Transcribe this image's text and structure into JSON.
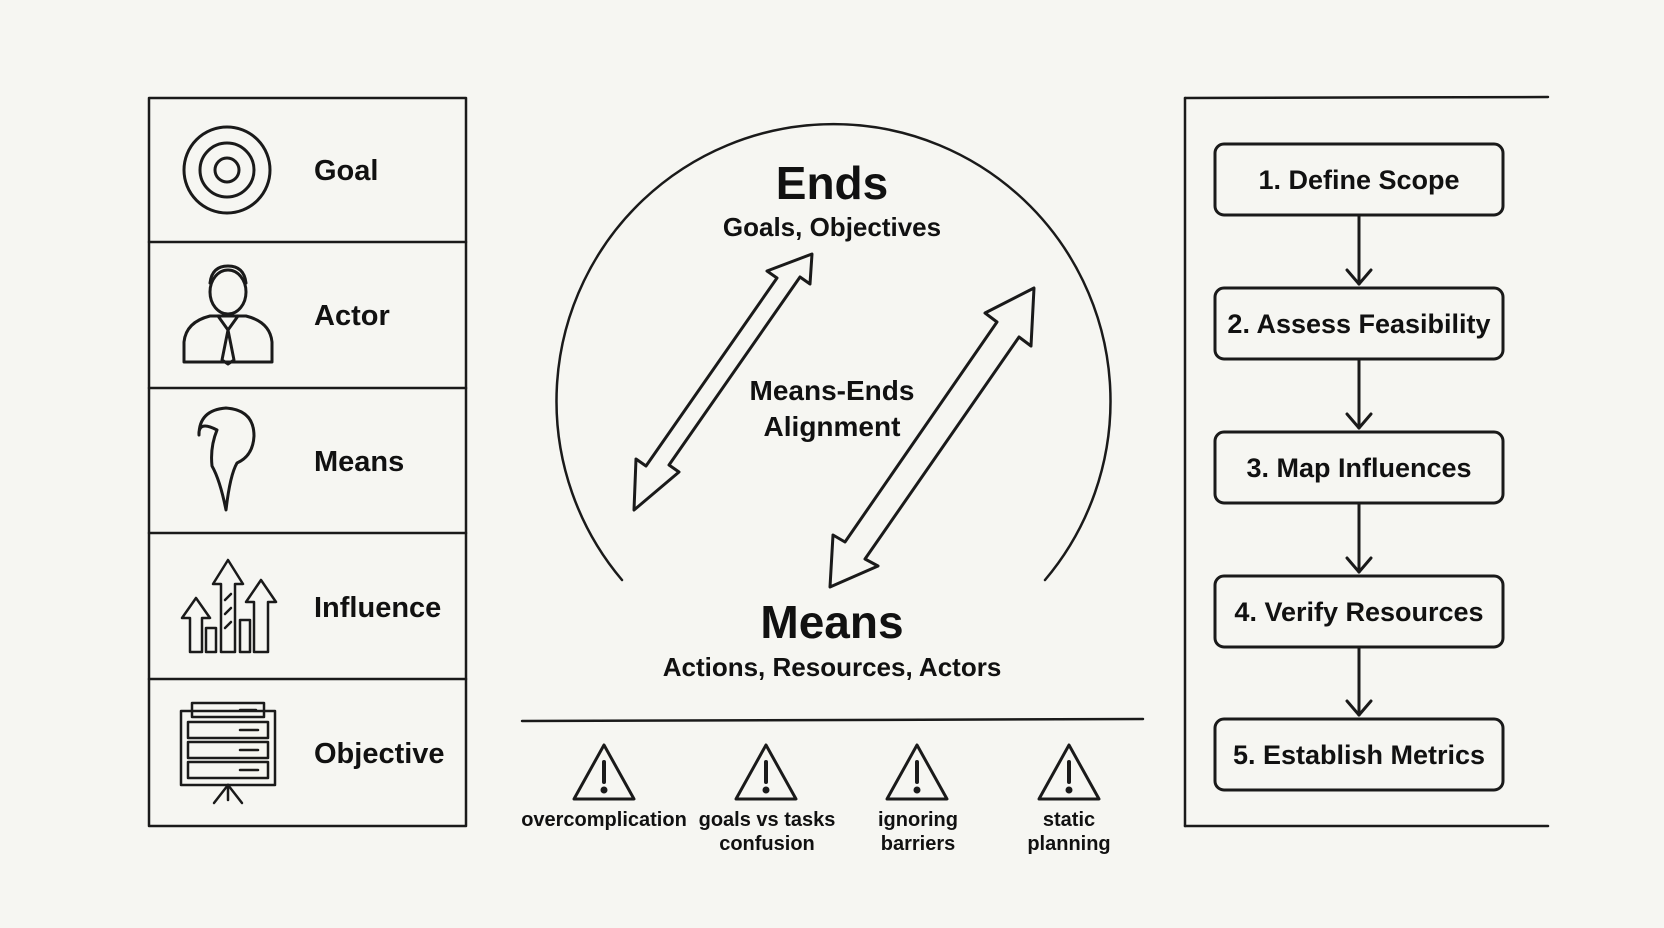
{
  "legend": {
    "items": [
      {
        "label": "Goal",
        "icon": "target-icon"
      },
      {
        "label": "Actor",
        "icon": "person-icon"
      },
      {
        "label": "Means",
        "icon": "pin-icon"
      },
      {
        "label": "Influence",
        "icon": "rising-arrows-icon"
      },
      {
        "label": "Objective",
        "icon": "server-rack-icon"
      }
    ]
  },
  "center": {
    "ends_title": "Ends",
    "ends_subtitle": "Goals, Objectives",
    "alignment_line1": "Means-Ends",
    "alignment_line2": "Alignment",
    "means_title": "Means",
    "means_subtitle": "Actions, Resources, Actors"
  },
  "pitfalls": [
    {
      "line1": "overcomplication",
      "line2": ""
    },
    {
      "line1": "goals vs tasks",
      "line2": "confusion"
    },
    {
      "line1": "ignoring",
      "line2": "barriers"
    },
    {
      "line1": "static",
      "line2": "planning"
    }
  ],
  "steps": [
    "1. Define Scope",
    "2. Assess Feasibility",
    "3. Map Influences",
    "4. Verify Resources",
    "5. Establish Metrics"
  ]
}
